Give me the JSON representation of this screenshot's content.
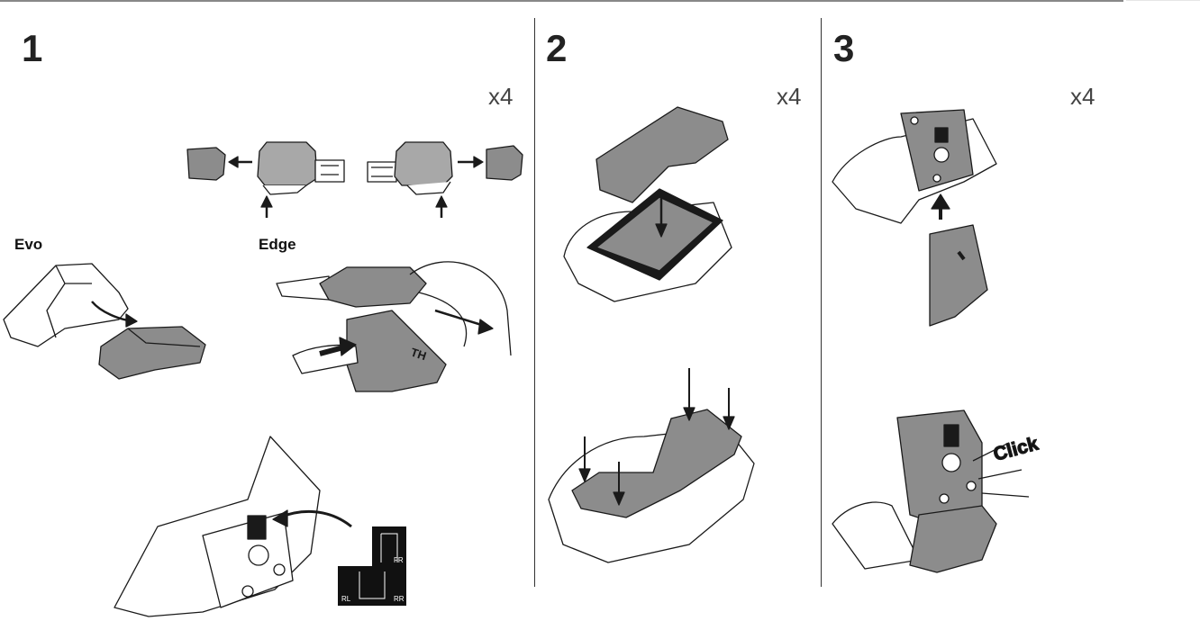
{
  "steps": [
    {
      "number": "1",
      "quantity": "x4"
    },
    {
      "number": "2",
      "quantity": "x4"
    },
    {
      "number": "3",
      "quantity": "x4"
    }
  ],
  "labels": {
    "evo": "Evo",
    "edge": "Edge"
  },
  "annotations": {
    "click": "Click"
  },
  "positions": {
    "front_right": "FR",
    "rear_left": "RL",
    "rear_right": "RR"
  },
  "colors": {
    "part_fill": "#8c8c8c",
    "part_light": "#b8b8b8",
    "line": "#1a1a1a"
  }
}
